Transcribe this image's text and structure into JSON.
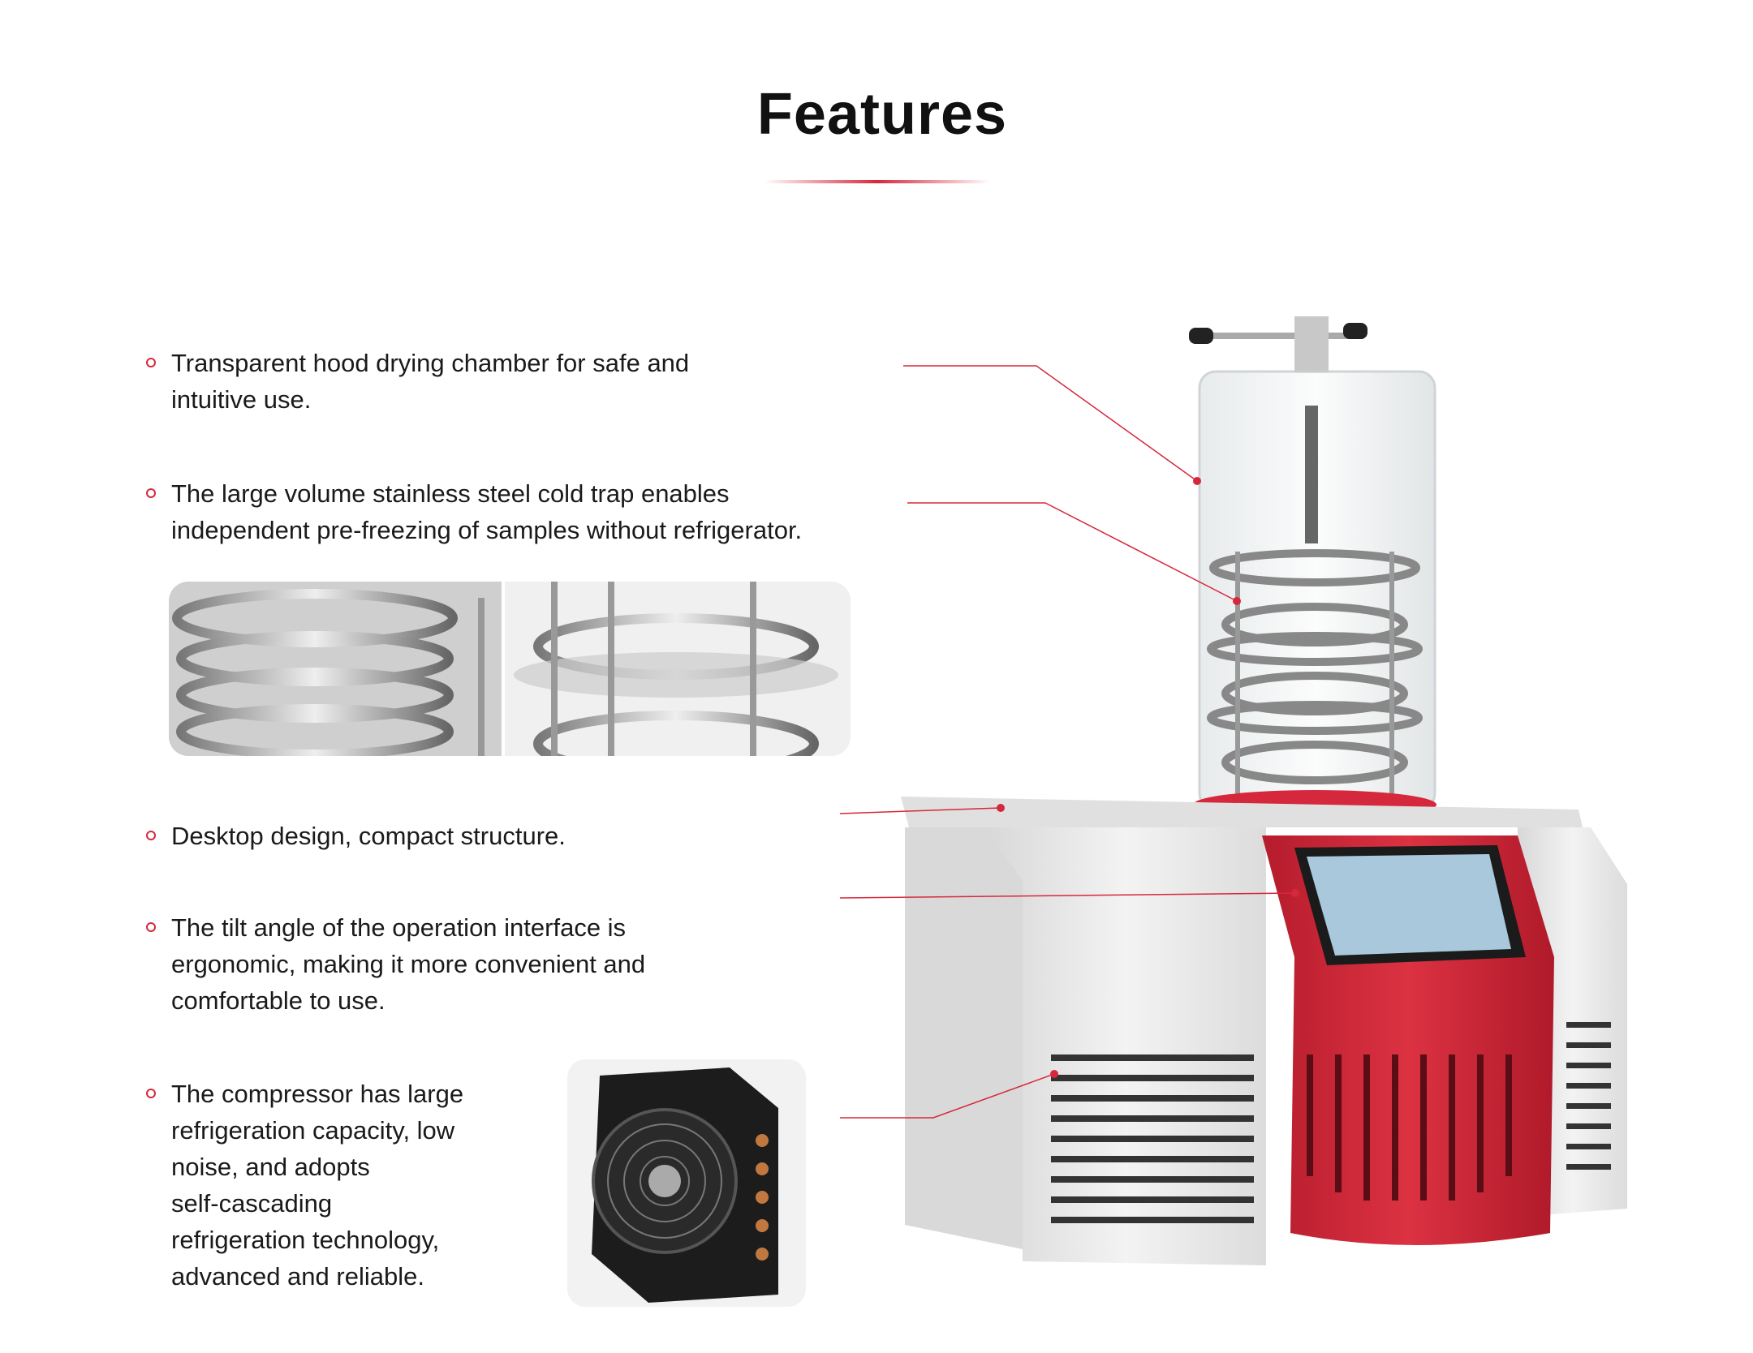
{
  "header": {
    "title": "Features"
  },
  "features": [
    {
      "lines": [
        "Transparent hood drying chamber for safe and",
        "intuitive use."
      ]
    },
    {
      "lines": [
        "The large volume stainless steel cold trap enables",
        "independent pre-freezing of samples without refrigerator."
      ]
    },
    {
      "lines": [
        "Desktop design, compact structure."
      ]
    },
    {
      "lines": [
        "The tilt angle of the operation interface is",
        "ergonomic, making it more convenient and",
        "comfortable to use."
      ]
    },
    {
      "lines": [
        "The compressor has large",
        "refrigeration capacity, low",
        "noise, and adopts",
        "self-cascading",
        "refrigeration technology,",
        "advanced and reliable."
      ]
    }
  ],
  "colors": {
    "accent": "#d6283c",
    "machine_red": "#d4283a",
    "machine_body": "#e9e9e9"
  }
}
